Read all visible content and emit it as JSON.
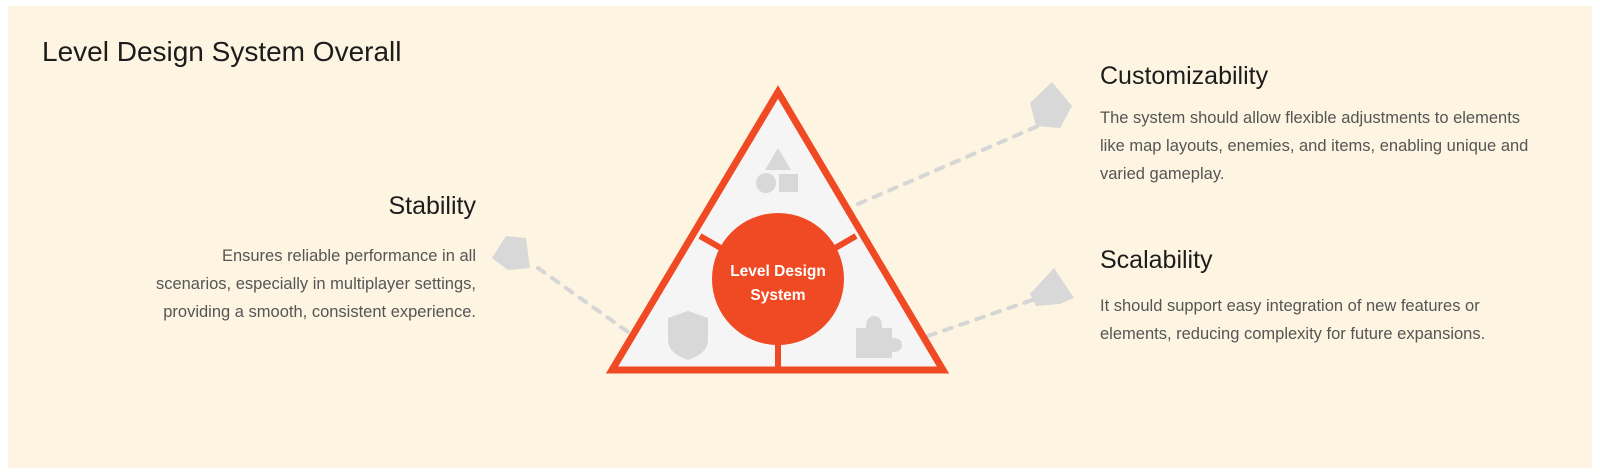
{
  "title": "Level Design System Overall",
  "center": {
    "line1": "Level Design",
    "line2": "System"
  },
  "nodes": {
    "stability": {
      "heading": "Stability",
      "description": "Ensures reliable performance in all scenarios, especially in multiplayer settings, providing a smooth, consistent experience."
    },
    "customizability": {
      "heading": "Customizability",
      "description": "The system should allow flexible adjustments to elements like map layouts, enemies, and items, enabling unique and varied gameplay."
    },
    "scalability": {
      "heading": "Scalability",
      "description": "It should support easy integration of new features or elements, reducing complexity for future expansions."
    }
  },
  "icons": {
    "top_section": "shapes-icon",
    "left_section": "shield-icon",
    "right_section": "puzzle-icon"
  },
  "colors": {
    "background": "#fdf5e1",
    "accent": "#ef4a23",
    "icon_gray": "#d8d8d8",
    "triangle_fill": "#f5f5f5"
  }
}
